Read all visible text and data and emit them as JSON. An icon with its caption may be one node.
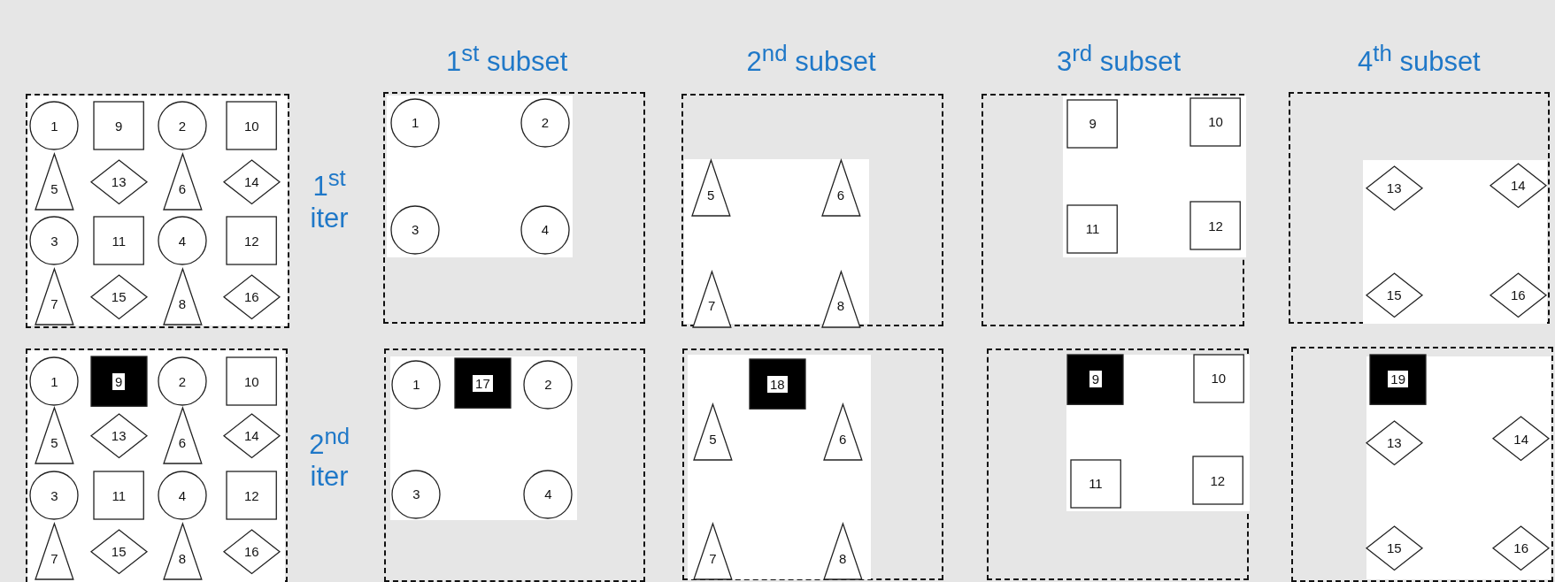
{
  "diagram": {
    "nodes": [
      {
        "text": [],
        "shape": "box"
      },
      {
        "text": [
          "1"
        ],
        "in": 0
      },
      {
        "text": [
          "9"
        ],
        "in": 0
      },
      {
        "text": [
          "2"
        ],
        "in": 0
      },
      {
        "text": [
          "10"
        ],
        "in": 0
      },
      {
        "text": [
          "5"
        ],
        "in": 0
      },
      {
        "text": [
          "13"
        ],
        "in": 0
      },
      {
        "text": [
          "6"
        ],
        "in": 0
      },
      {
        "text": [
          "14"
        ],
        "in": 0
      },
      {
        "text": [
          "3"
        ],
        "in": 0
      },
      {
        "text": [
          "11"
        ],
        "in": 0
      },
      {
        "text": [
          "4"
        ],
        "in": 0
      },
      {
        "text": [
          "12"
        ],
        "in": 0
      },
      {
        "text": [
          "7"
        ],
        "in": 0
      },
      {
        "text": [
          "15"
        ],
        "in": 0
      },
      {
        "text": [
          "8"
        ],
        "in": 0
      },
      {
        "text": [
          "16"
        ],
        "in": 0
      },
      {
        "text": [],
        "shape": "box"
      },
      {
        "text": [
          "1"
        ],
        "in": 17
      },
      {
        "text": [
          "2"
        ],
        "in": 17
      },
      {
        "text": [
          "3"
        ],
        "in": 17
      },
      {
        "text": [
          "4"
        ],
        "in": 17
      },
      {
        "text": [],
        "shape": "box"
      },
      {
        "text": [
          "5"
        ],
        "in": 22
      },
      {
        "text": [
          "6"
        ],
        "in": 22
      },
      {
        "text": [
          "7"
        ],
        "in": 22
      },
      {
        "text": [
          "8"
        ],
        "in": 22
      },
      {
        "text": [],
        "shape": "box"
      },
      {
        "text": [
          "9"
        ],
        "in": 27
      },
      {
        "text": [
          "10"
        ],
        "in": 27
      },
      {
        "text": [
          "11"
        ],
        "in": 27
      },
      {
        "text": [
          "12"
        ],
        "in": 27
      },
      {
        "text": [],
        "shape": "box"
      },
      {
        "text": [
          "13"
        ],
        "in": 32
      },
      {
        "text": [
          "14"
        ],
        "in": 32
      },
      {
        "text": [
          "15"
        ],
        "in": 32
      },
      {
        "text": [
          "16"
        ],
        "in": 32
      },
      {
        "text": [],
        "shape": "box"
      },
      {
        "text": [
          "1"
        ],
        "in": 37
      },
      {
        "text": [
          "9"
        ],
        "in": 37
      },
      {
        "text": [
          "2"
        ],
        "in": 37
      },
      {
        "text": [
          "10"
        ],
        "in": 37
      },
      {
        "text": [
          "5"
        ],
        "in": 37
      },
      {
        "text": [
          "13"
        ],
        "in": 37
      },
      {
        "text": [
          "6"
        ],
        "in": 37
      },
      {
        "text": [
          "14"
        ],
        "in": 37
      },
      {
        "text": [
          "3"
        ],
        "in": 37
      },
      {
        "text": [
          "11"
        ],
        "in": 37
      },
      {
        "text": [
          "4"
        ],
        "in": 37
      },
      {
        "text": [
          "12"
        ],
        "in": 37
      },
      {
        "text": [
          "7"
        ],
        "in": 37
      },
      {
        "text": [
          "15"
        ],
        "in": 37
      },
      {
        "text": [
          "8"
        ],
        "in": 37
      },
      {
        "text": [
          "16"
        ],
        "in": 37
      },
      {
        "text": [],
        "shape": "box"
      },
      {
        "text": [
          "1"
        ],
        "in": 54
      },
      {
        "text": [
          "17"
        ],
        "in": 54
      },
      {
        "text": [
          "2"
        ],
        "in": 54
      },
      {
        "text": [
          "3"
        ],
        "in": 54
      },
      {
        "text": [
          "4"
        ],
        "in": 54
      },
      {
        "text": [],
        "shape": "box"
      },
      {
        "text": [
          "18"
        ],
        "in": 60
      },
      {
        "text": [
          "5"
        ],
        "in": 60
      },
      {
        "text": [
          "6"
        ],
        "in": 60
      },
      {
        "text": [
          "7"
        ],
        "in": 60
      },
      {
        "text": [
          "8"
        ],
        "in": 60
      },
      {
        "text": [],
        "shape": "box"
      },
      {
        "text": [
          "9"
        ],
        "in": 66
      },
      {
        "text": [
          "10"
        ],
        "in": 66
      },
      {
        "text": [
          "11"
        ],
        "in": 66
      },
      {
        "text": [
          "12"
        ],
        "in": 66
      },
      {
        "text": [],
        "shape": "box"
      },
      {
        "text": [
          "19"
        ],
        "in": 71
      },
      {
        "text": [
          "13"
        ],
        "in": 71
      },
      {
        "text": [
          "14"
        ],
        "in": 71
      },
      {
        "text": [
          "15"
        ],
        "in": 71
      },
      {
        "text": [
          "16"
        ],
        "in": 71
      }
    ],
    "edges": [],
    "labels": [
      "1$^{st}$ subset",
      "2$^{nd}$ subset",
      "3$^{rd}$ subset",
      "4$^{th}$ subset",
      "1$^{st}$ iter",
      "2$^{nd}$ iter"
    ]
  }
}
